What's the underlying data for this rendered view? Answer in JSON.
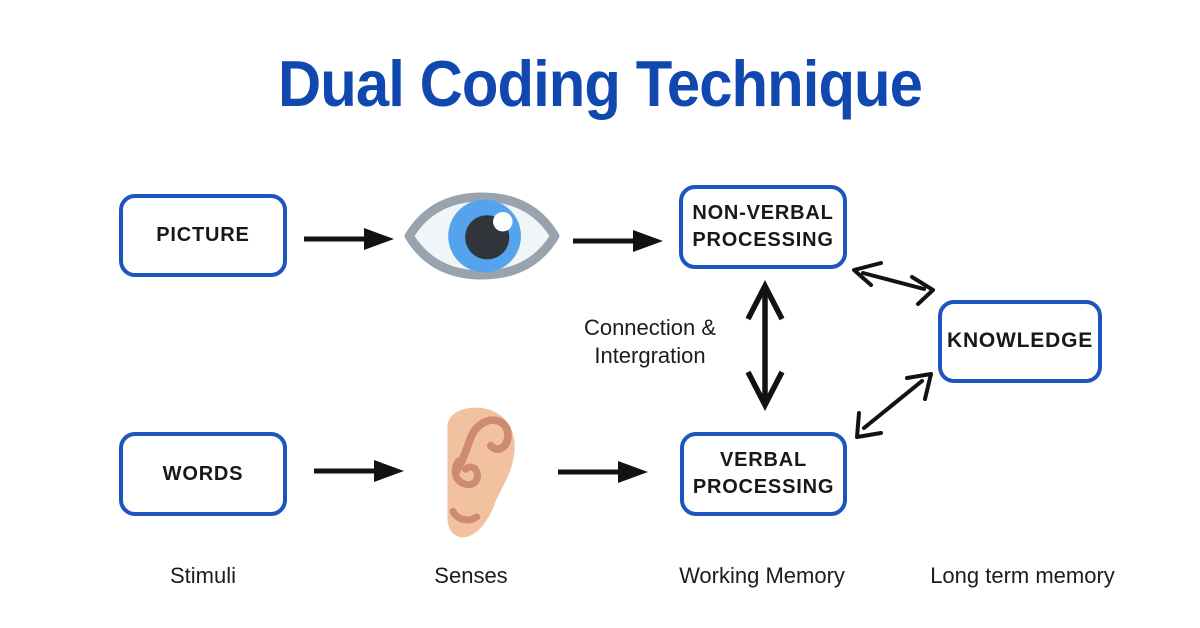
{
  "title": "Dual Coding Technique",
  "nodes": {
    "picture": "PICTURE",
    "words": "WORDS",
    "nonverbal": "NON-VERBAL PROCESSING",
    "verbal": "VERBAL PROCESSING",
    "knowledge": "KNOWLEDGE"
  },
  "annotations": {
    "connection": "Connection &\nIntergration"
  },
  "stage_labels": {
    "stimuli": "Stimuli",
    "senses": "Senses",
    "working_memory": "Working Memory",
    "long_term_memory": "Long term memory"
  },
  "colors": {
    "title_blue": "#1148b0",
    "box_border_blue": "#1b55bd",
    "arrow_black": "#121212",
    "eye_outline": "#98a3ad",
    "eye_sclera": "#f0f5f8",
    "eye_iris": "#55a3ec",
    "eye_pupil": "#2f353b",
    "eye_highlight": "#fdfefe",
    "ear_skin": "#f2c2a0",
    "ear_inner": "#cd8b73"
  }
}
